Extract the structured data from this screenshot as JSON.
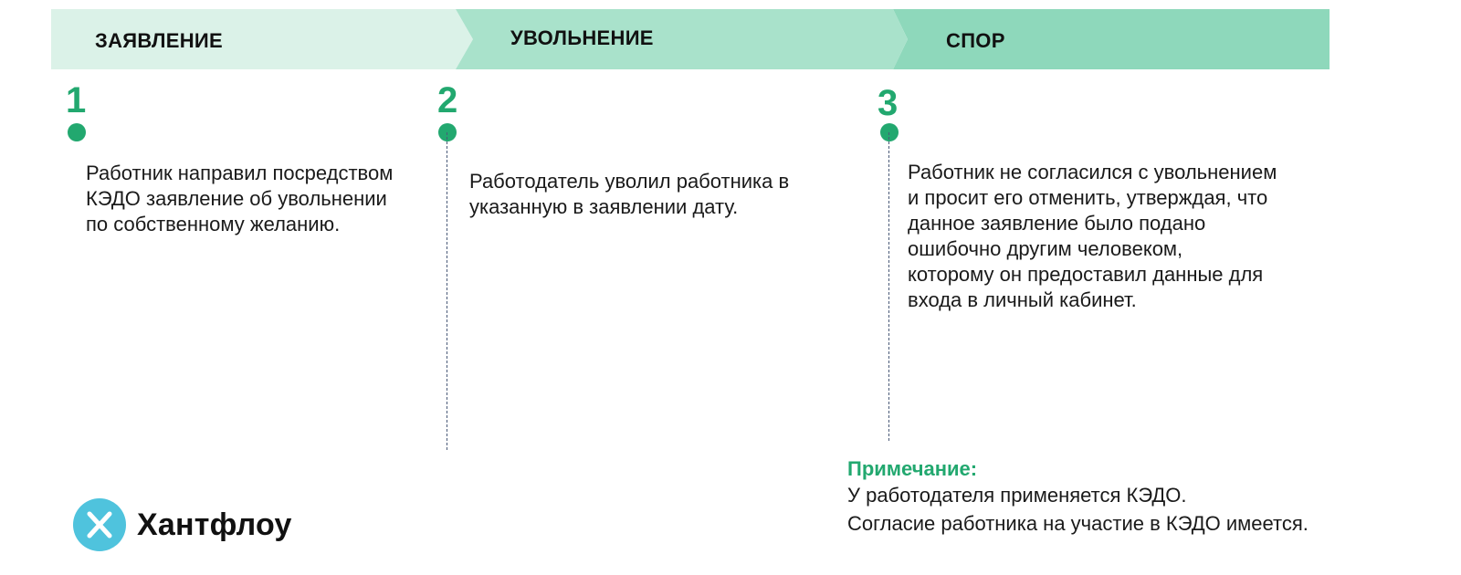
{
  "stages": [
    {
      "title": "ЗАЯВЛЕНИЕ",
      "number": "1",
      "text": [
        "Работник направил посредством",
        "КЭДО заявление об увольнении",
        "по собственному желанию."
      ]
    },
    {
      "title": "УВОЛЬНЕНИЕ",
      "number": "2",
      "text": [
        "Работодатель уволил работника в",
        "указанную в заявлении дату."
      ]
    },
    {
      "title": "СПОР",
      "number": "3",
      "text": [
        "Работник не согласился с увольнением",
        "и просит его отменить, утверждая, что",
        "данное заявление было подано",
        "ошибочно другим человеком,",
        "которому он предоставил данные для",
        "входа в личный кабинет."
      ]
    }
  ],
  "note": {
    "title": "Примечание:",
    "lines": [
      "У работодателя применяется КЭДО.",
      "Согласие работника на участие в КЭДО имеется."
    ]
  },
  "logo": {
    "brand": "Хантфлоу",
    "icon": "x-icon"
  },
  "colors": {
    "stage1": "#dbf2e8",
    "stage2": "#a9e2cb",
    "stage3": "#8ed8bb",
    "accent": "#22a86f",
    "logo": "#4fc3dd"
  }
}
